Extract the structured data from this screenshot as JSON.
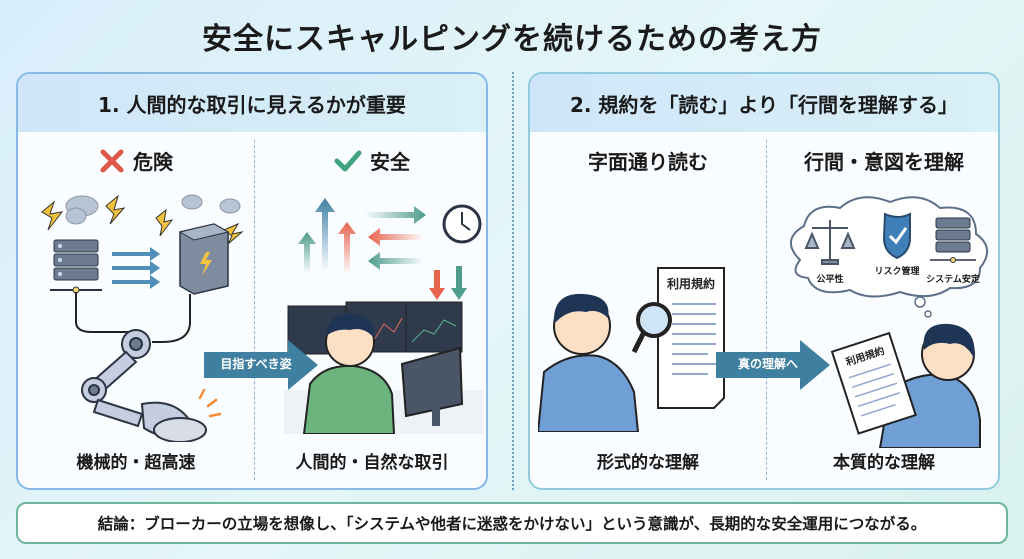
{
  "title": "安全にスキャルピングを続けるための考え方",
  "panels": [
    {
      "heading": "1. 人間的な取引に見えるかが重要",
      "left": {
        "icon": "cross-icon",
        "icon_color": "#e0584a",
        "heading": "危険",
        "label": "機械的・超高速",
        "illustration": "robot-arm-clicking-mouse-with-overheating-servers"
      },
      "arrow_label": "目指すべき姿",
      "right": {
        "icon": "check-icon",
        "icon_color": "#3fa37e",
        "heading": "安全",
        "label": "人間的・自然な取引",
        "illustration": "thoughtful-trader-at-multi-monitor-desk"
      }
    },
    {
      "heading": "2. 規約を「読む」より「行間を理解する」",
      "left": {
        "heading": "字面通り読む",
        "label": "形式的な理解",
        "document_title": "利用規約",
        "illustration": "person-with-magnifying-glass-reading-terms"
      },
      "arrow_label": "真の理解へ",
      "right": {
        "heading": "行間・意図を理解",
        "label": "本質的な理解",
        "document_title": "利用規約",
        "thought_bubble": [
          {
            "icon": "scales-icon",
            "label": "公平性"
          },
          {
            "icon": "shield-check-icon",
            "label": "リスク管理"
          },
          {
            "icon": "server-icon",
            "label": "システム安定"
          }
        ],
        "illustration": "person-reading-terms-thinking"
      }
    }
  ],
  "conclusion": "結論：ブローカーの立場を想像し、「システムや他者に迷惑をかけない」という意識が、長期的な安全運用につながる。",
  "colors": {
    "arrow_badge": "#3f7fa0",
    "danger": "#e0584a",
    "safe": "#3fa37e",
    "panel_border": "#86b9e8",
    "conclusion_border": "#6fb59e"
  }
}
